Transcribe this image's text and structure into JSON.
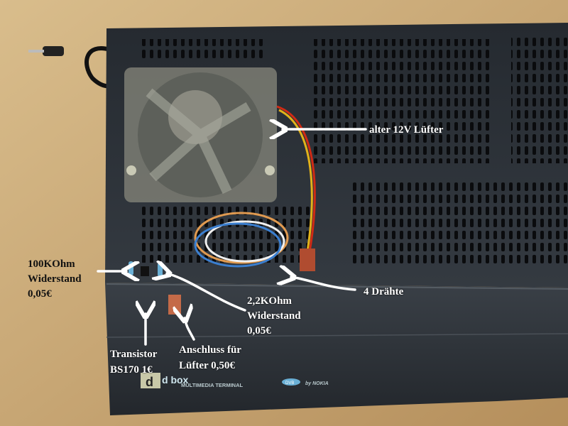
{
  "annotations": {
    "fan": "alter 12V Lüfter",
    "wires": "4 Drähte",
    "resistor_100k": [
      "100KOhm",
      "Widerstand",
      "0,05€"
    ],
    "resistor_2k2": [
      "2,2KOhm",
      "Widerstand",
      "0,05€"
    ],
    "transistor": [
      "Transistor",
      "BS170 1€"
    ],
    "connector": [
      "Anschluss für",
      "Lüfter 0,50€"
    ]
  },
  "device_logo": {
    "brand": "d box",
    "subtitle": "MULTIMEDIA TERMINAL",
    "badge": "DVB",
    "maker": "by NOKIA"
  },
  "colors": {
    "wood": "#c9a774",
    "case": "#2b3036",
    "annotation": "#ffffff"
  }
}
